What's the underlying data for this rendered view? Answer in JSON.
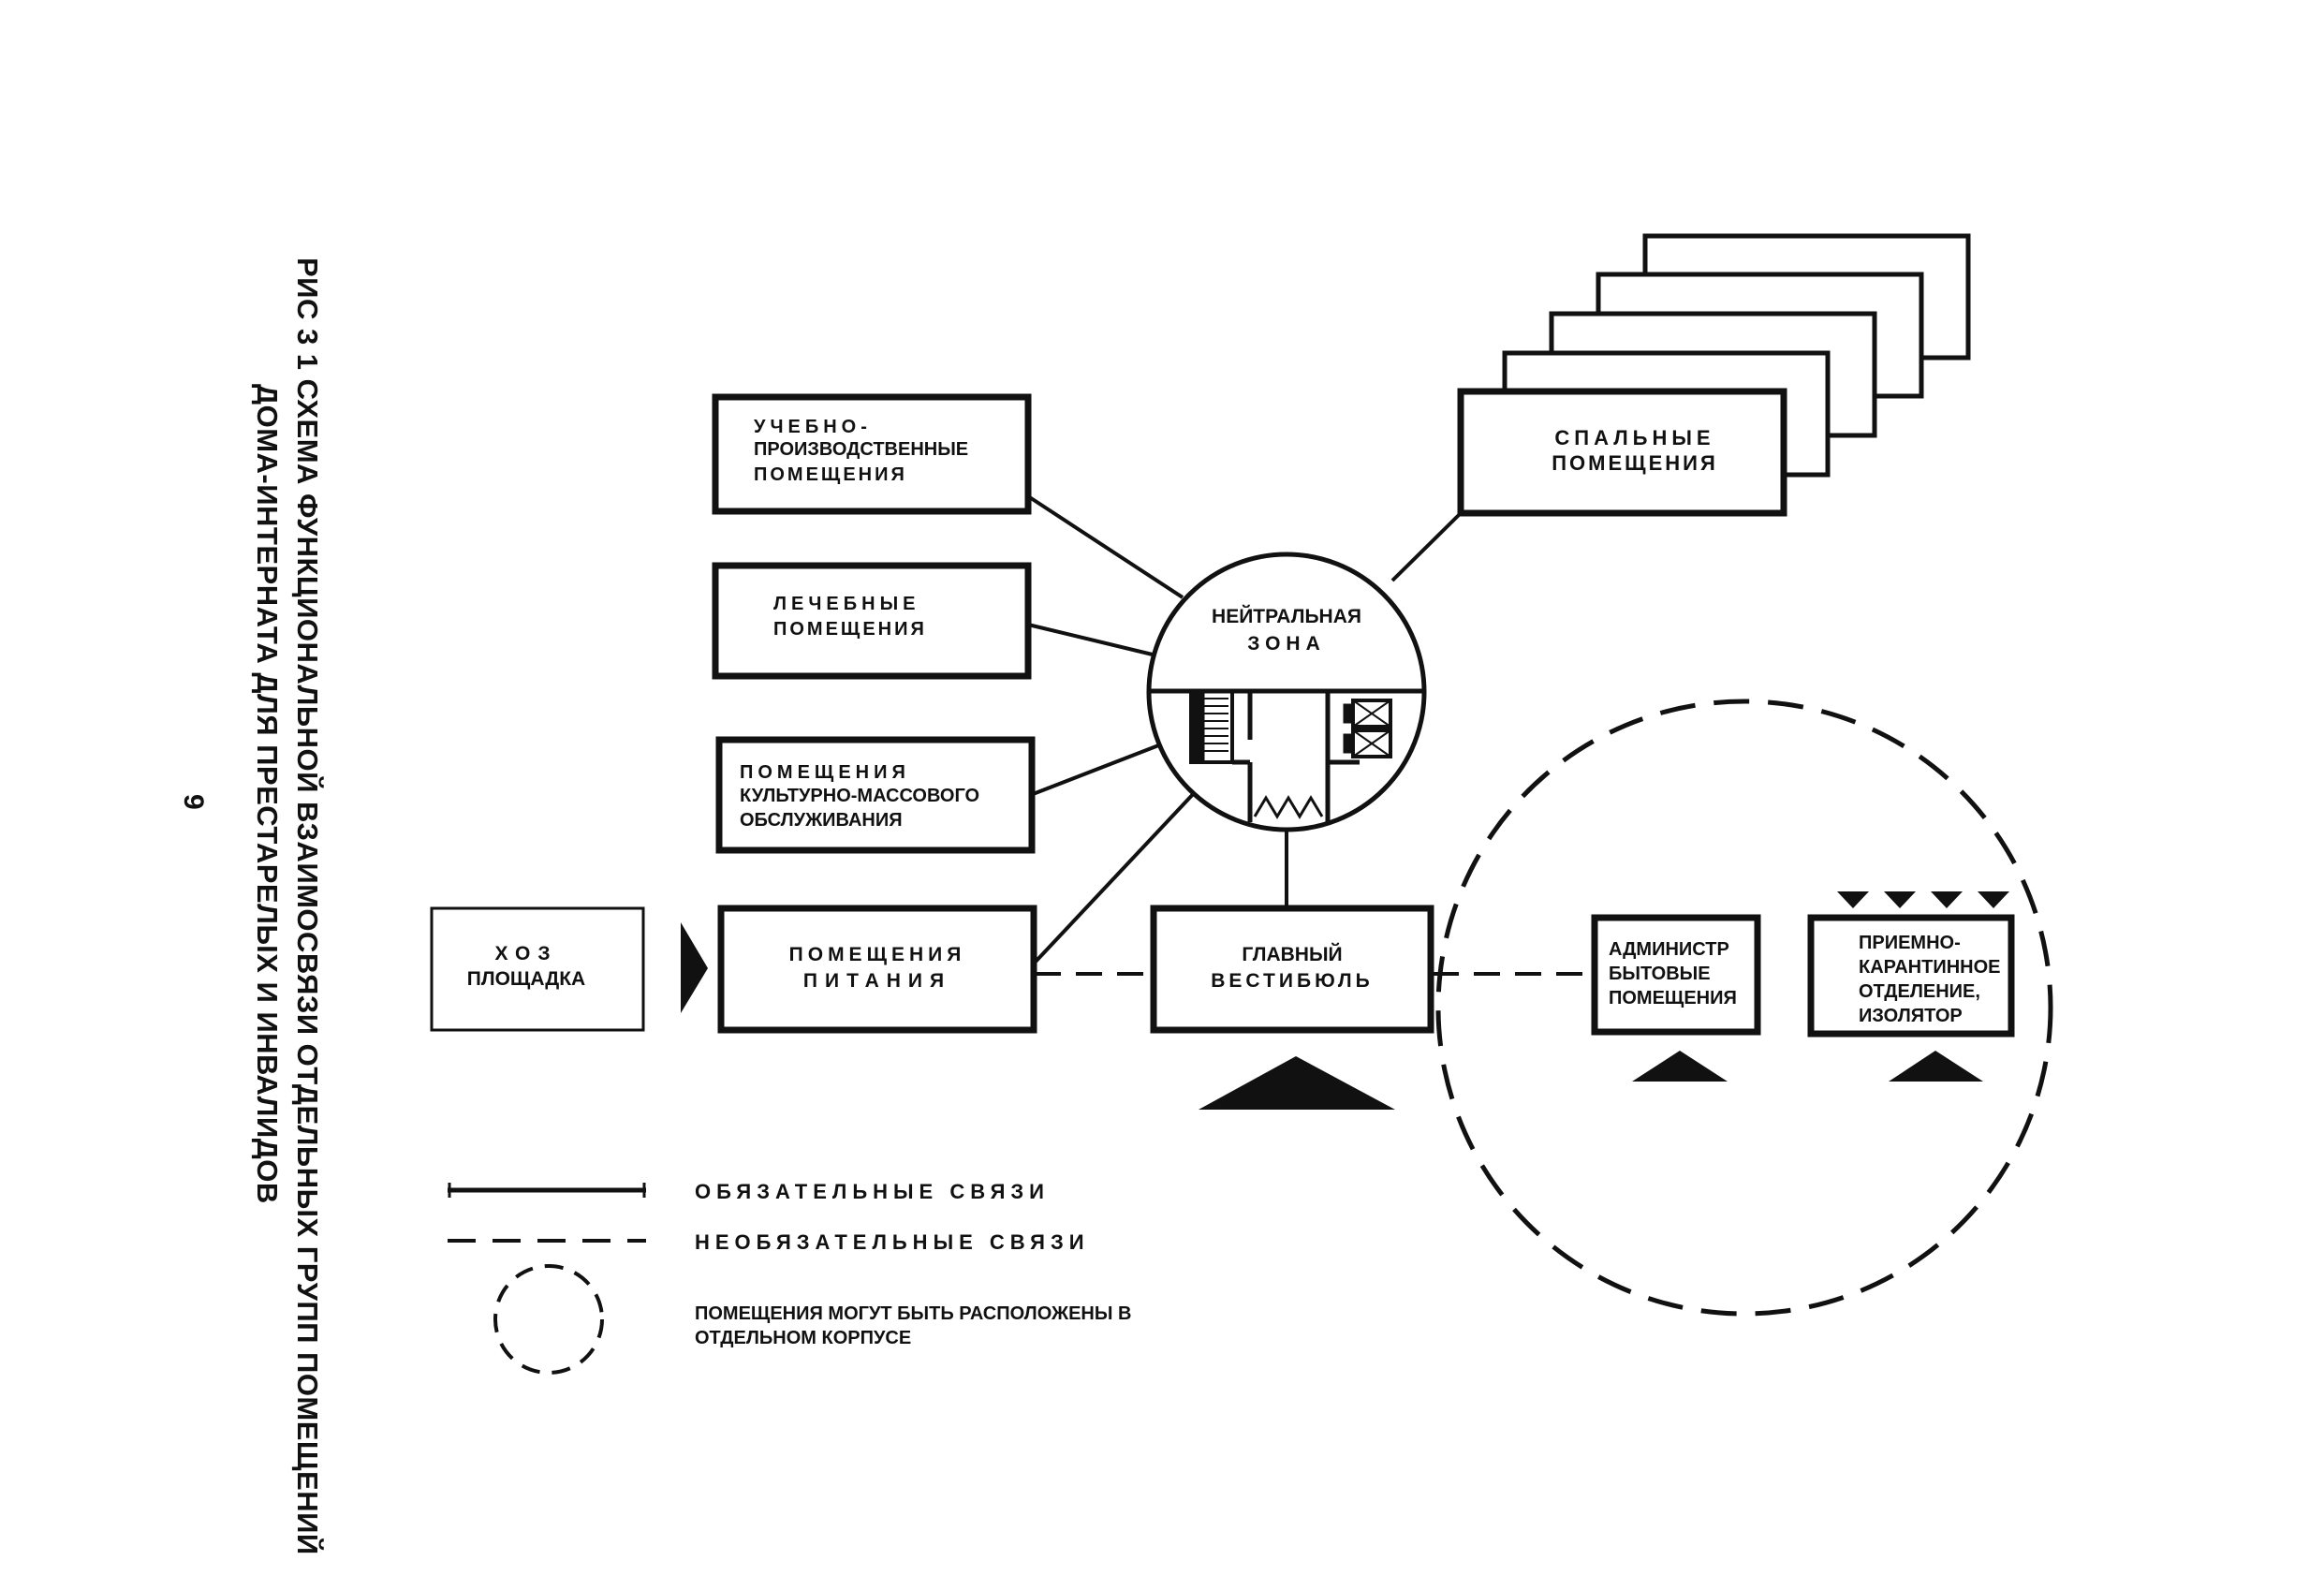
{
  "caption": {
    "line1": "РИС 3 1 СХЕМА ФУНКЦИОНАЛЬНОЙ ВЗАИМОСВЯЗИ ОТДЕЛЬНЫХ ГРУПП ПОМЕЩЕНИЙ",
    "line2": "ДОМА-ИНТЕРНАТА ДЛЯ ПРЕСТАРЕЛЫХ И ИНВАЛИДОВ",
    "page_number": "9"
  },
  "nodes": {
    "uchebno": [
      "УЧЕБНО-",
      "ПРОИЗВОДСТВЕННЫЕ",
      "ПОМЕЩЕНИЯ"
    ],
    "lechebnye": [
      "ЛЕЧЕБНЫЕ",
      "ПОМЕЩЕНИЯ"
    ],
    "kulturno": [
      "ПОМЕЩЕНИЯ",
      "КУЛЬТУРНО-МАССОВОГО",
      "ОБСЛУЖИВАНИЯ"
    ],
    "khoz": [
      "ХОЗ",
      "ПЛОЩАДКА"
    ],
    "pitaniya": [
      "ПОМЕЩЕНИЯ",
      "ПИТАНИЯ"
    ],
    "neutral": [
      "НЕЙТРАЛЬНАЯ",
      "ЗОНА"
    ],
    "spalnye": [
      "СПАЛЬНЫЕ",
      "ПОМЕЩЕНИЯ"
    ],
    "vestibyul": [
      "ГЛАВНЫЙ",
      "ВЕСТИБЮЛЬ"
    ],
    "admin": [
      "АДМИНИСТР",
      "БЫТОВЫЕ",
      "ПОМЕЩЕНИЯ"
    ],
    "priemno": [
      "ПРИЕМНО-",
      "КАРАНТИННОЕ",
      "ОТДЕЛЕНИЕ,",
      "ИЗОЛЯТОР"
    ]
  },
  "legend": {
    "mandatory": "ОБЯЗАТЕЛЬНЫЕ СВЯЗИ",
    "optional": "НЕОБЯЗАТЕЛЬНЫЕ СВЯЗИ",
    "separate": [
      "ПОМЕЩЕНИЯ МОГУТ БЫТЬ РАСПОЛОЖЕНЫ В",
      "ОТДЕЛЬНОМ КОРПУСЕ"
    ]
  },
  "colors": {
    "ink": "#111111",
    "paper": "#ffffff"
  }
}
